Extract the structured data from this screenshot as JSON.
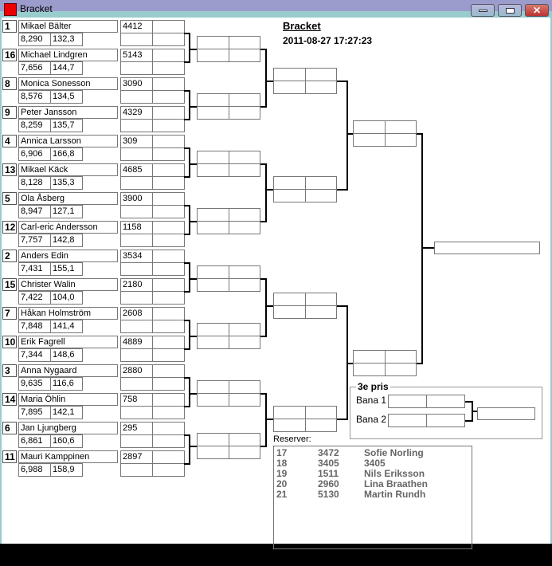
{
  "window": {
    "title": "Bracket"
  },
  "header": {
    "title": "Bracket",
    "datetime": "2011-08-27 17:27:23"
  },
  "players": [
    {
      "seed": "1",
      "name": "Mikael Bälter",
      "time": "8,290",
      "speed": "132,3",
      "number": "4412"
    },
    {
      "seed": "16",
      "name": "Michael Lindgren",
      "time": "7,656",
      "speed": "144,7",
      "number": "5143"
    },
    {
      "seed": "8",
      "name": "Monica Sonesson",
      "time": "8,576",
      "speed": "134,5",
      "number": "3090"
    },
    {
      "seed": "9",
      "name": "Peter Jansson",
      "time": "8,259",
      "speed": "135,7",
      "number": "4329"
    },
    {
      "seed": "4",
      "name": "Annica Larsson",
      "time": "6,906",
      "speed": "166,8",
      "number": "309"
    },
    {
      "seed": "13",
      "name": "Mikael Käck",
      "time": "8,128",
      "speed": "135,3",
      "number": "4685"
    },
    {
      "seed": "5",
      "name": "Ola Åsberg",
      "time": "8,947",
      "speed": "127,1",
      "number": "3900"
    },
    {
      "seed": "12",
      "name": "Carl-eric Andersson",
      "time": "7,757",
      "speed": "142,8",
      "number": "1158"
    },
    {
      "seed": "2",
      "name": "Anders Edin",
      "time": "7,431",
      "speed": "155,1",
      "number": "3534"
    },
    {
      "seed": "15",
      "name": "Christer Walin",
      "time": "7,422",
      "speed": "104,0",
      "number": "2180"
    },
    {
      "seed": "7",
      "name": "Håkan Holmström",
      "time": "7,848",
      "speed": "141,4",
      "number": "2608"
    },
    {
      "seed": "10",
      "name": "Erik Fagrell",
      "time": "7,344",
      "speed": "148,6",
      "number": "4889"
    },
    {
      "seed": "3",
      "name": "Anna Nygaard",
      "time": "9,635",
      "speed": "116,6",
      "number": "2880"
    },
    {
      "seed": "14",
      "name": "Maria Öhlin",
      "time": "7,895",
      "speed": "142,1",
      "number": "758"
    },
    {
      "seed": "6",
      "name": "Jan Ljungberg",
      "time": "6,861",
      "speed": "160,6",
      "number": "295"
    },
    {
      "seed": "11",
      "name": "Mauri Kamppinen",
      "time": "6,988",
      "speed": "158,9",
      "number": "2897"
    }
  ],
  "third_place": {
    "label": "3e pris",
    "lane1": "Bana 1",
    "lane2": "Bana 2"
  },
  "reserves": {
    "label": "Reserver:",
    "rows": [
      {
        "pos": "17",
        "number": "3472",
        "name": "Sofie Norling"
      },
      {
        "pos": "18",
        "number": "3405",
        "name": "3405"
      },
      {
        "pos": "19",
        "number": "1511",
        "name": "Nils Eriksson"
      },
      {
        "pos": "20",
        "number": "2960",
        "name": "Lina Braathen"
      },
      {
        "pos": "21",
        "number": "5130",
        "name": "Martin Rundh"
      }
    ]
  }
}
